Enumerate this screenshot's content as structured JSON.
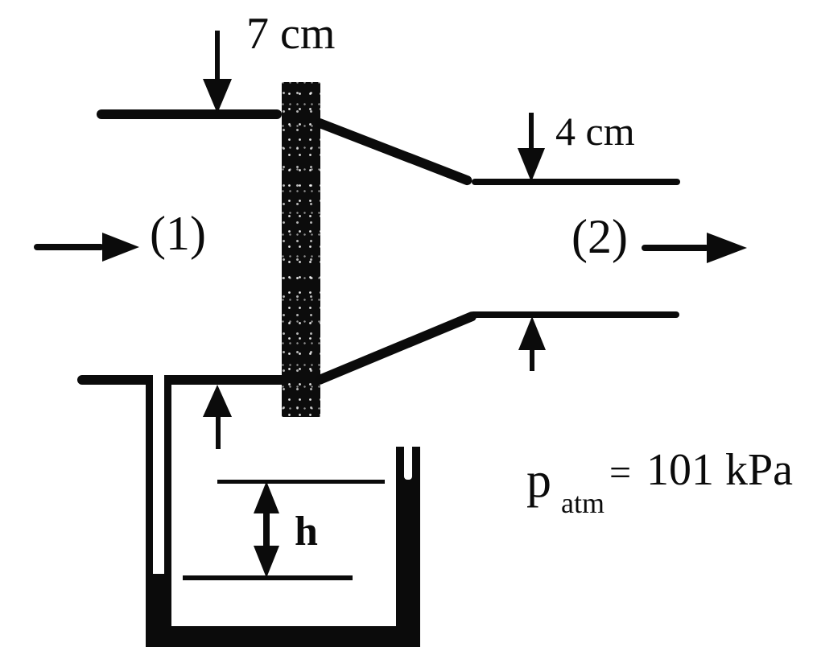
{
  "figure": {
    "labels": {
      "dim_inlet": "7 cm",
      "dim_throat": "4 cm",
      "station_inlet": "(1)",
      "station_outlet": "(2)",
      "manometer_height": "h"
    },
    "pressure": {
      "symbol": "p",
      "subscript": "atm",
      "equals": "=",
      "value": "101 kPa"
    },
    "colors": {
      "ink": "#0b0b0b",
      "paper": "#ffffff"
    }
  }
}
